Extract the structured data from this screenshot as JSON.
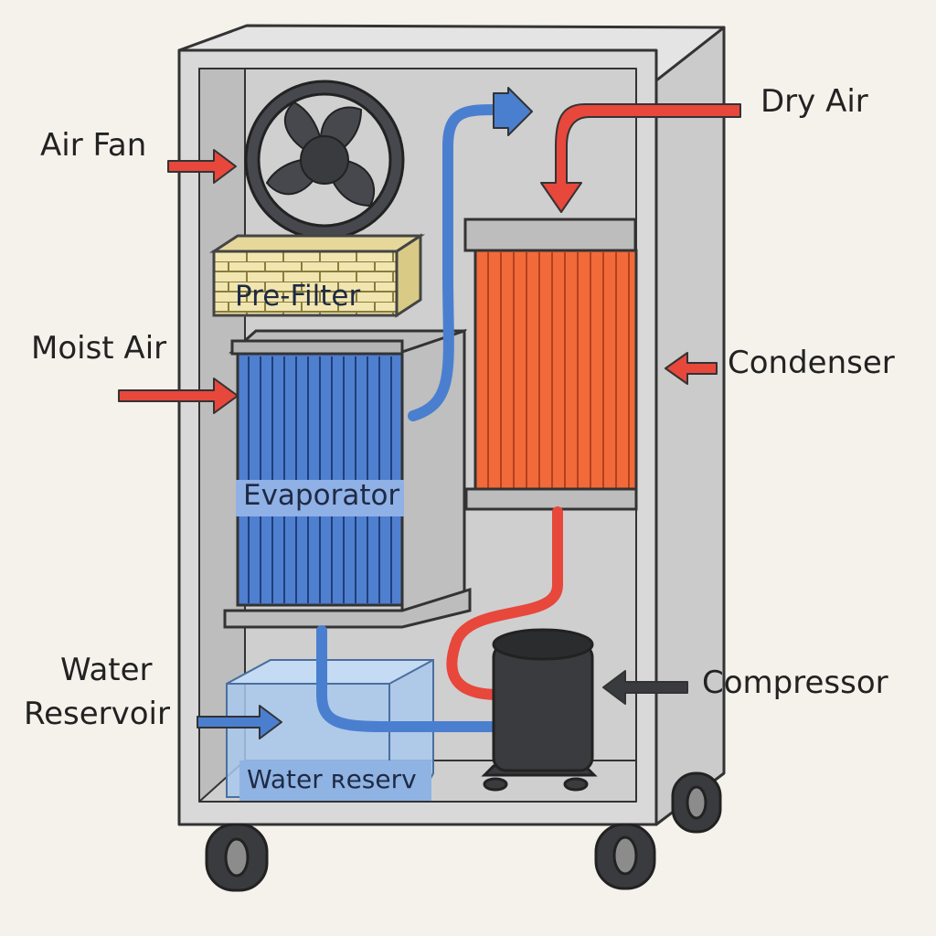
{
  "labels": {
    "air_fan": "Air Fan",
    "dry_air": "Dry Air",
    "moist_air": "Moist Air",
    "condenser": "Condenser",
    "water_reservoir_line1": "Water",
    "water_reservoir_line2": "Reservoir",
    "compressor": "Compressor",
    "pre_filter": "Pre-Filter",
    "evaporator": "Evaporator",
    "water_tank": "Water ʀeserv"
  },
  "colors": {
    "background": "#f5f2ec",
    "cabinet": "#d9d9d9",
    "cold_coil": "#4f7fcf",
    "hot_coil": "#f26a3a",
    "arrow_red": "#e8473c",
    "arrow_blue": "#4a7fd0",
    "filter": "#f1e6b0",
    "water": "#a9c8ec",
    "compressor": "#3a3b3e"
  },
  "icons": {
    "fan": "fan-icon",
    "compressor": "compressor-icon"
  }
}
